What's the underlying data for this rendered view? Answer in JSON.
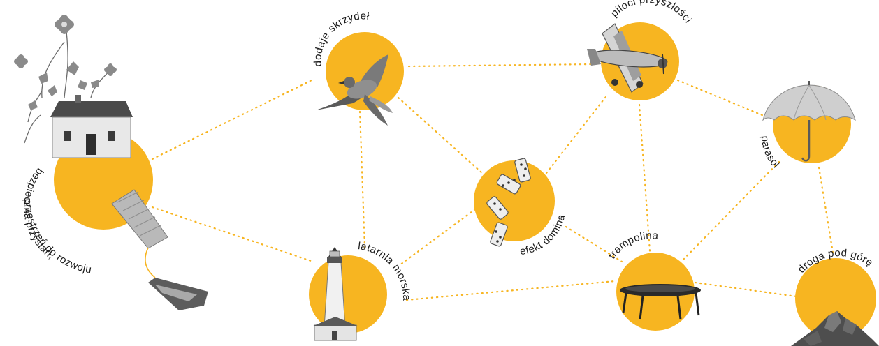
{
  "colors": {
    "accent": "#F7B521",
    "ink": "#1a1a1a"
  },
  "nodes": [
    {
      "id": "haven",
      "icon": "house-with-boat-icon",
      "labels": [
        "bezpieczna przystań,",
        "przestrzeń do rozwoju"
      ]
    },
    {
      "id": "wings",
      "icon": "bird-icon",
      "labels": [
        "dodaje skrzydeł"
      ]
    },
    {
      "id": "pilots",
      "icon": "biplane-icon",
      "labels": [
        "piloci przyszłości"
      ]
    },
    {
      "id": "umbrella",
      "icon": "umbrella-icon",
      "labels": [
        "parasol"
      ]
    },
    {
      "id": "domino",
      "icon": "dominoes-icon",
      "labels": [
        "efekt domina"
      ]
    },
    {
      "id": "lighthouse",
      "icon": "lighthouse-icon",
      "labels": [
        "latarnia morska"
      ]
    },
    {
      "id": "trampoline",
      "icon": "trampoline-icon",
      "labels": [
        "trampolina"
      ]
    },
    {
      "id": "uphill",
      "icon": "mountain-icon",
      "labels": [
        "droga pod górę"
      ]
    }
  ],
  "edges": [
    [
      "haven",
      "wings"
    ],
    [
      "haven",
      "lighthouse"
    ],
    [
      "wings",
      "pilots"
    ],
    [
      "wings",
      "domino"
    ],
    [
      "wings",
      "lighthouse"
    ],
    [
      "domino",
      "pilots"
    ],
    [
      "domino",
      "lighthouse"
    ],
    [
      "domino",
      "trampoline"
    ],
    [
      "pilots",
      "umbrella"
    ],
    [
      "pilots",
      "trampoline"
    ],
    [
      "umbrella",
      "trampoline"
    ],
    [
      "umbrella",
      "uphill"
    ],
    [
      "lighthouse",
      "trampoline"
    ],
    [
      "trampoline",
      "uphill"
    ]
  ]
}
